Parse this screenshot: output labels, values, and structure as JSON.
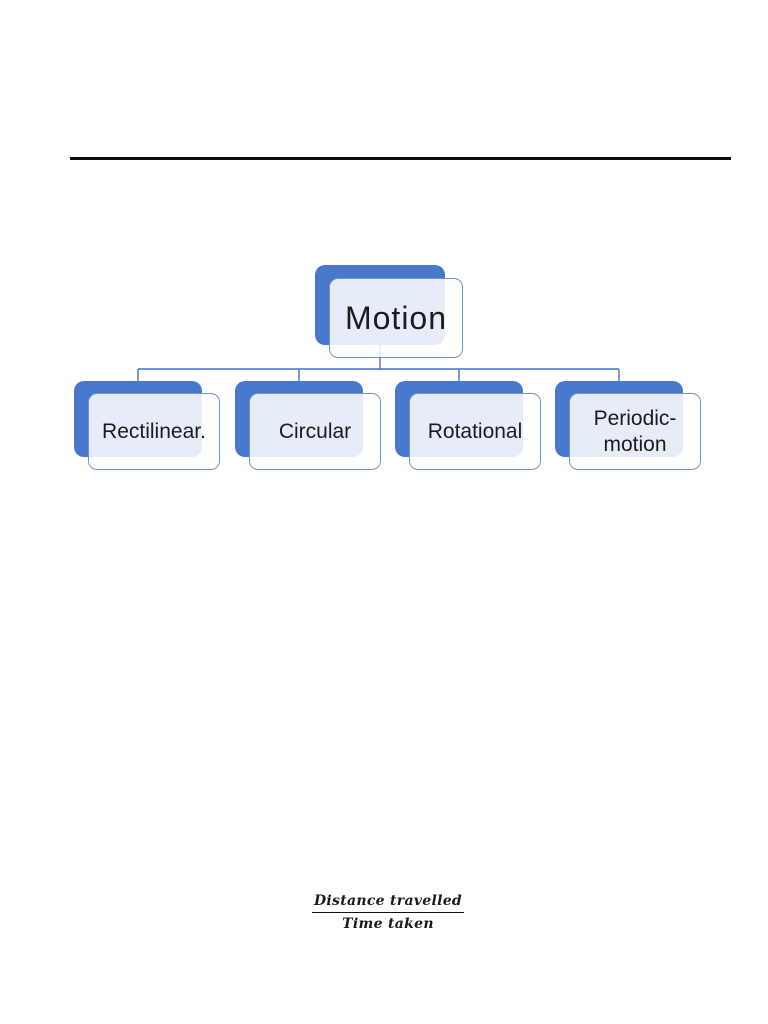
{
  "document": {
    "header_rule": {
      "color": "#0c0c0c"
    }
  },
  "diagram": {
    "type": "hierarchy",
    "root": {
      "label": "Motion"
    },
    "children": [
      {
        "label": "Rectilinear."
      },
      {
        "label": "Circular"
      },
      {
        "label": "Rotational"
      },
      {
        "label": "Periodic-motion"
      }
    ],
    "colors": {
      "shape_back_fill": "#4878cb",
      "shape_front_border": "#6e93d8",
      "shape_front_fill": "rgba(255,255,255,0.87)",
      "connector": "#4472c4",
      "label_text": "#1c1c1c"
    }
  },
  "formula": {
    "numerator": "Distance travelled",
    "denominator": "Time taken",
    "bar_color": "#111111"
  }
}
